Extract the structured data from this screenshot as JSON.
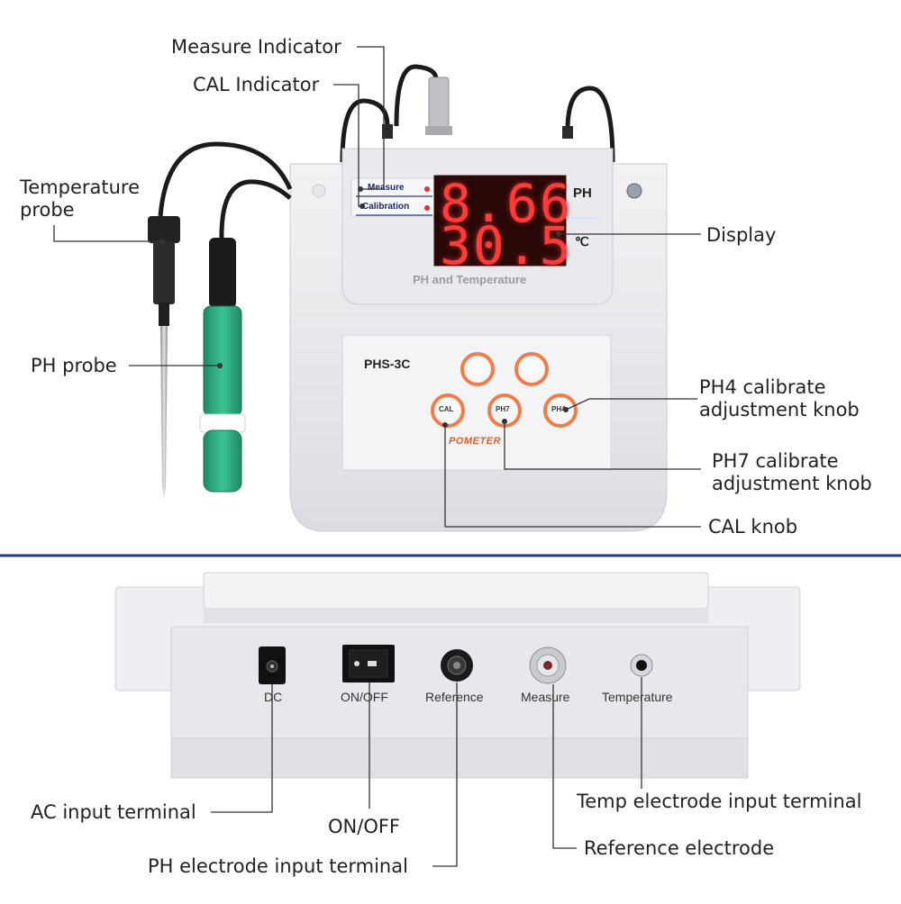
{
  "callouts": {
    "measure_indicator": "Measure Indicator",
    "cal_indicator": "CAL Indicator",
    "temperature_probe": "Temperature\nprobe",
    "ph_probe": "PH probe",
    "display": "Display",
    "ph4_knob": "PH4 calibrate\nadjustment knob",
    "ph7_knob": "PH7 calibrate\nadjustment knob",
    "cal_knob": "CAL knob",
    "ac_input": "AC input terminal",
    "on_off": "ON/OFF",
    "ph_electrode_input": "PH electrode input terminal",
    "temp_electrode_input": "Temp electrode input terminal",
    "reference_electrode": "Reference electrode"
  },
  "device": {
    "ph_value": "8.66",
    "ph_unit": "PH",
    "temp_value": "30.5",
    "temp_unit": "℃",
    "measure_label": "Measure",
    "calibration_label": "Calibration",
    "panel_title": "PH and Temperature",
    "model": "PHS-3C",
    "cal_button": "CAL",
    "ph7_button": "PH7",
    "ph4_button": "PH4",
    "brand": "POMETER"
  },
  "back_panel": {
    "dc": "DC",
    "on_off": "ON/OFF",
    "reference": "Reference",
    "measure": "Measure",
    "temperature": "Temperature"
  },
  "colors": {
    "display_digits": "#ff3b3b",
    "divider": "#1a3c8c",
    "button_ring": "#f07c4a",
    "probe_green": "#2aa37a"
  }
}
